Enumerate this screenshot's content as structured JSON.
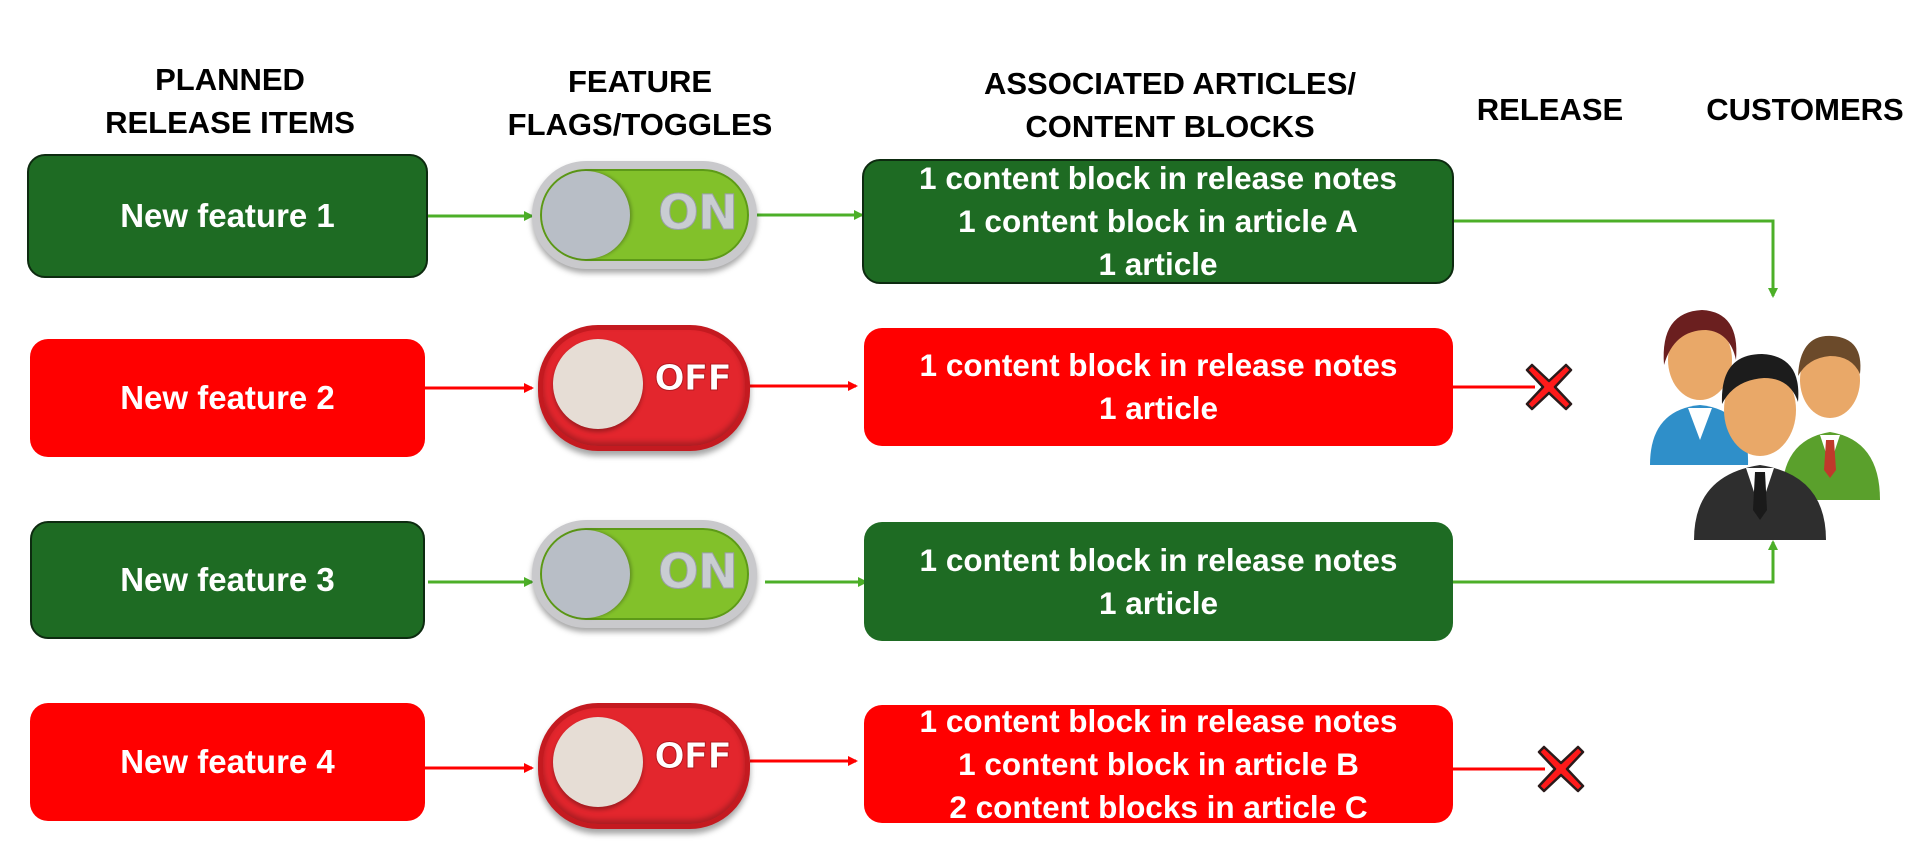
{
  "headers": {
    "planned": "PLANNED\nRELEASE ITEMS",
    "flags": "FEATURE\nFLAGS/TOGGLES",
    "articles": "ASSOCIATED ARTICLES/\nCONTENT BLOCKS",
    "release": "RELEASE",
    "customers": "CUSTOMERS"
  },
  "rows": [
    {
      "feature": "New feature 1",
      "toggle": "ON",
      "articles": [
        "1 content block in release notes",
        "1 content block in article A",
        "1 article"
      ],
      "released": true
    },
    {
      "feature": "New feature 2",
      "toggle": "OFF",
      "articles": [
        "1 content block in release notes",
        "1 article"
      ],
      "released": false
    },
    {
      "feature": "New feature 3",
      "toggle": "ON",
      "articles": [
        "1 content block in release notes",
        "1 article"
      ],
      "released": true
    },
    {
      "feature": "New feature 4",
      "toggle": "OFF",
      "articles": [
        "1 content block in release notes",
        "1 content block in article B",
        "2 content blocks in article C"
      ],
      "released": false
    }
  ],
  "colors": {
    "on_box": "#1e6b23",
    "off_box": "#ff0000",
    "on_arrow": "#4caf28",
    "off_arrow": "#ff0000",
    "x_mark": "#ff1a1a"
  },
  "icons": {
    "customers": "customers-group-icon",
    "blocked": "x-mark-icon"
  }
}
